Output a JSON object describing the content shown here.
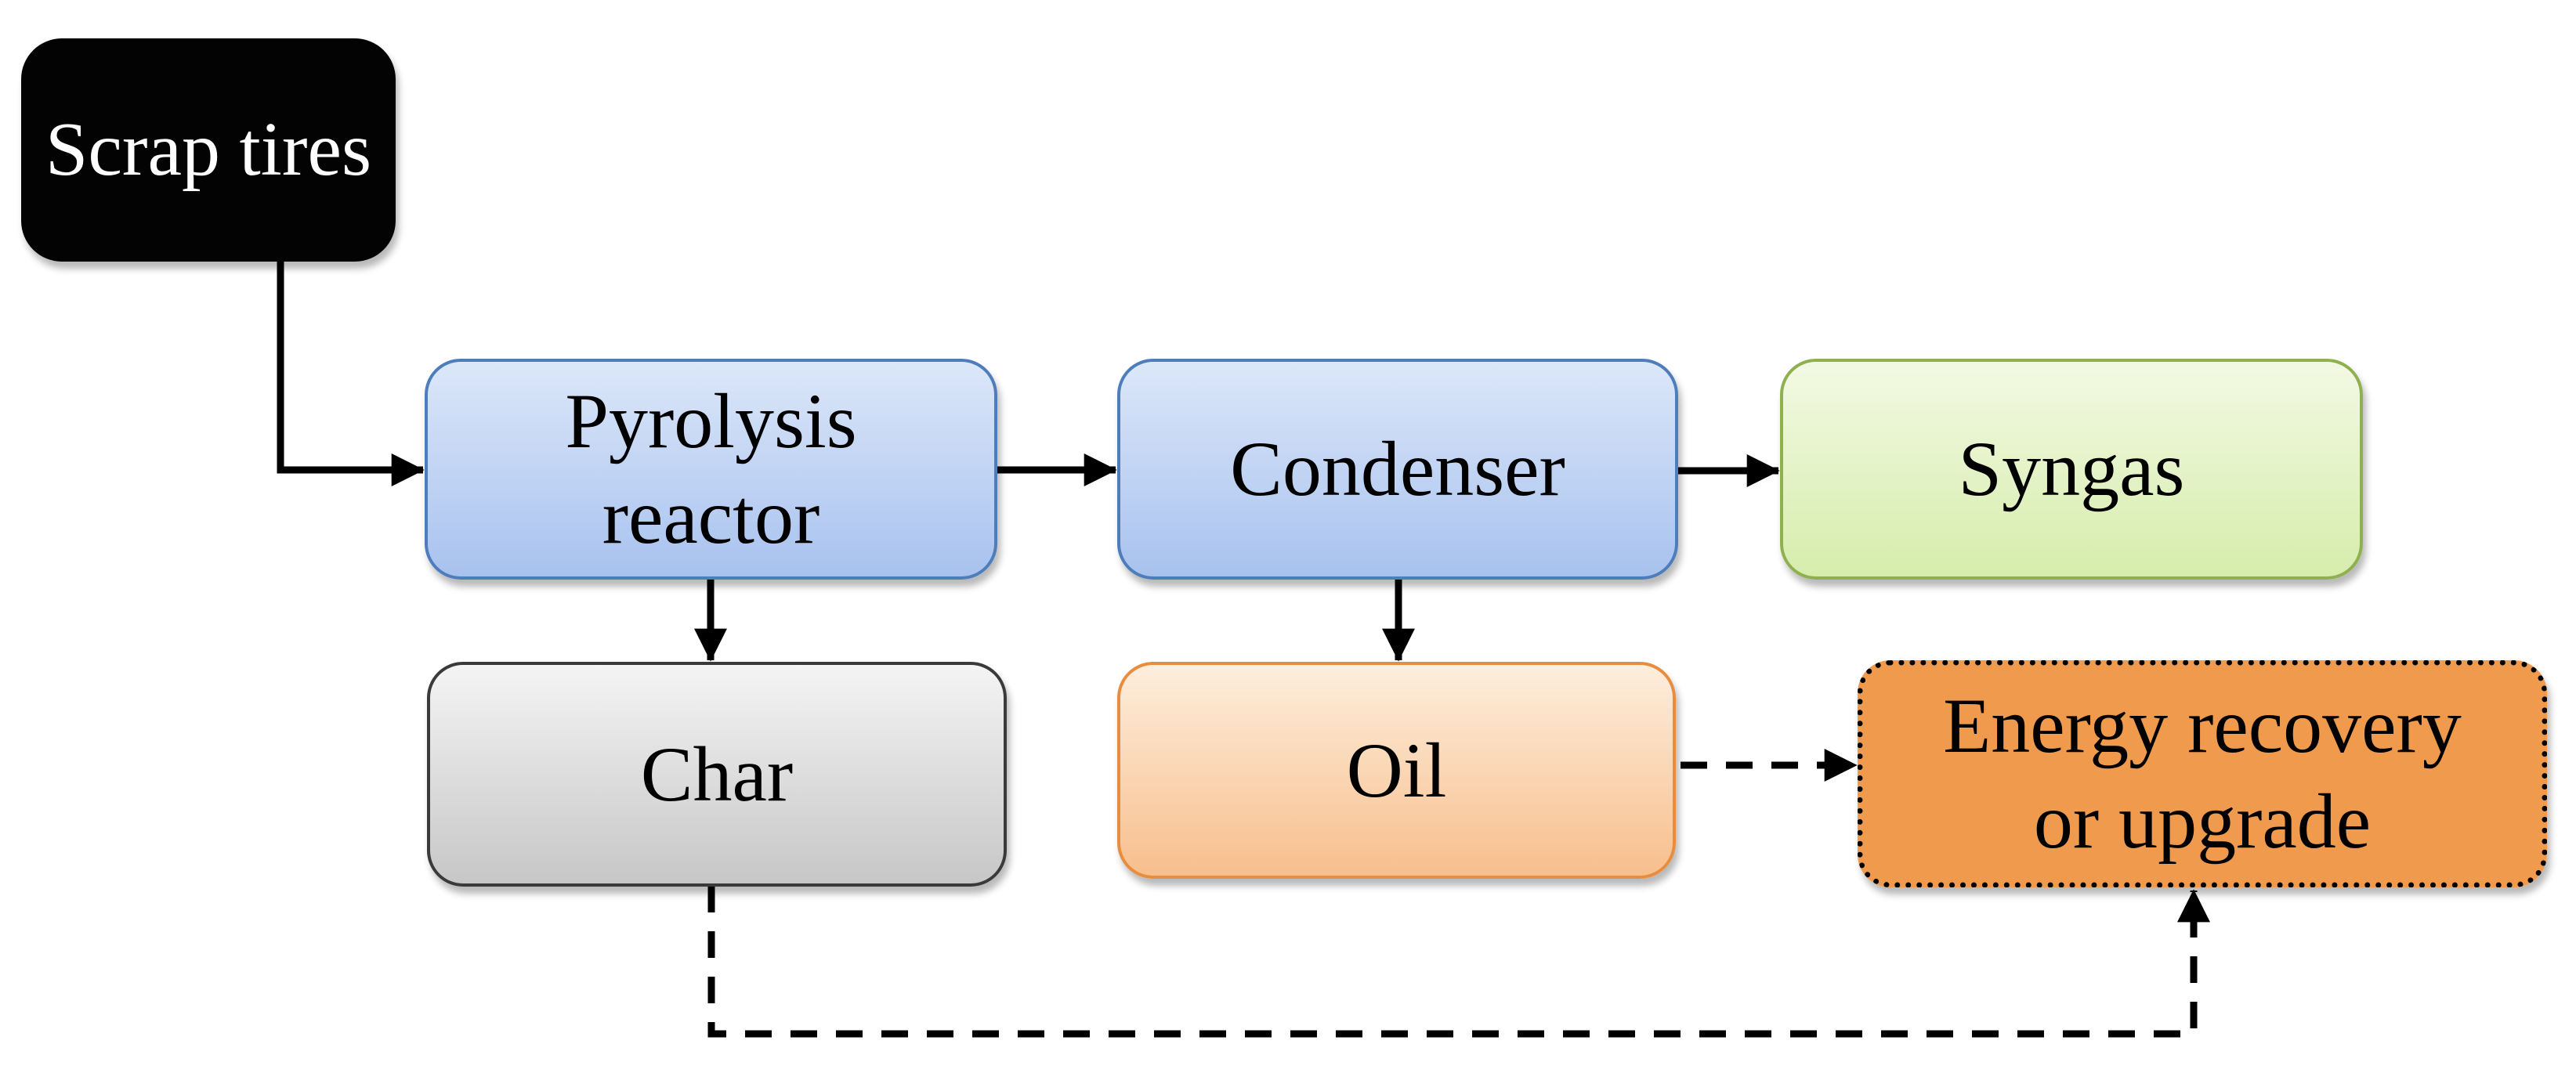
{
  "diagram": {
    "title": "Scrap tires pyrolysis process flow",
    "type": "flowchart",
    "background": "#ffffff",
    "connector_color": "#000000",
    "nodes": [
      {
        "id": "scrap-tires",
        "label": "Scrap tires",
        "shape": "rounded-rectangle",
        "colors": {
          "fill": "#030303",
          "text": "#ffffff"
        }
      },
      {
        "id": "pyrolysis-reactor",
        "label": "Pyrolysis\nreactor",
        "shape": "rounded-rectangle",
        "colors": {
          "fill_top": "#dce7f9",
          "fill_bottom": "#a8c2ee",
          "border": "#4e7dbc",
          "text": "#000000"
        }
      },
      {
        "id": "condenser",
        "label": "Condenser",
        "shape": "rounded-rectangle",
        "colors": {
          "fill_top": "#dce7f9",
          "fill_bottom": "#a8c2ee",
          "border": "#4e7dbc",
          "text": "#000000"
        }
      },
      {
        "id": "syngas",
        "label": "Syngas",
        "shape": "rounded-rectangle",
        "colors": {
          "fill_top": "#f3f9e4",
          "fill_bottom": "#d6edac",
          "border": "#8fb04e",
          "text": "#000000"
        }
      },
      {
        "id": "char",
        "label": "Char",
        "shape": "rounded-rectangle",
        "colors": {
          "fill_top": "#f4f4f4",
          "fill_bottom": "#c7c7c7",
          "border": "#3a3a3a",
          "text": "#000000"
        }
      },
      {
        "id": "oil",
        "label": "Oil",
        "shape": "rounded-rectangle",
        "colors": {
          "fill_top": "#fdeedd",
          "fill_bottom": "#f7bf8d",
          "border": "#e88d3f",
          "text": "#000000"
        }
      },
      {
        "id": "energy-recovery",
        "label": "Energy recovery\nor upgrade",
        "shape": "rounded-rectangle-dotted",
        "colors": {
          "fill": "#ef9a4d",
          "border": "#000000",
          "text": "#000000"
        }
      }
    ],
    "edges": [
      {
        "from": "scrap-tires",
        "to": "pyrolysis-reactor",
        "style": "solid",
        "route": "elbow-down-right"
      },
      {
        "from": "pyrolysis-reactor",
        "to": "condenser",
        "style": "solid",
        "route": "right"
      },
      {
        "from": "condenser",
        "to": "syngas",
        "style": "solid",
        "route": "right"
      },
      {
        "from": "pyrolysis-reactor",
        "to": "char",
        "style": "solid",
        "route": "down"
      },
      {
        "from": "condenser",
        "to": "oil",
        "style": "solid",
        "route": "down"
      },
      {
        "from": "oil",
        "to": "energy-recovery",
        "style": "dashed",
        "route": "right"
      },
      {
        "from": "char",
        "to": "energy-recovery",
        "style": "dashed",
        "route": "elbow-down-right-up"
      }
    ]
  }
}
